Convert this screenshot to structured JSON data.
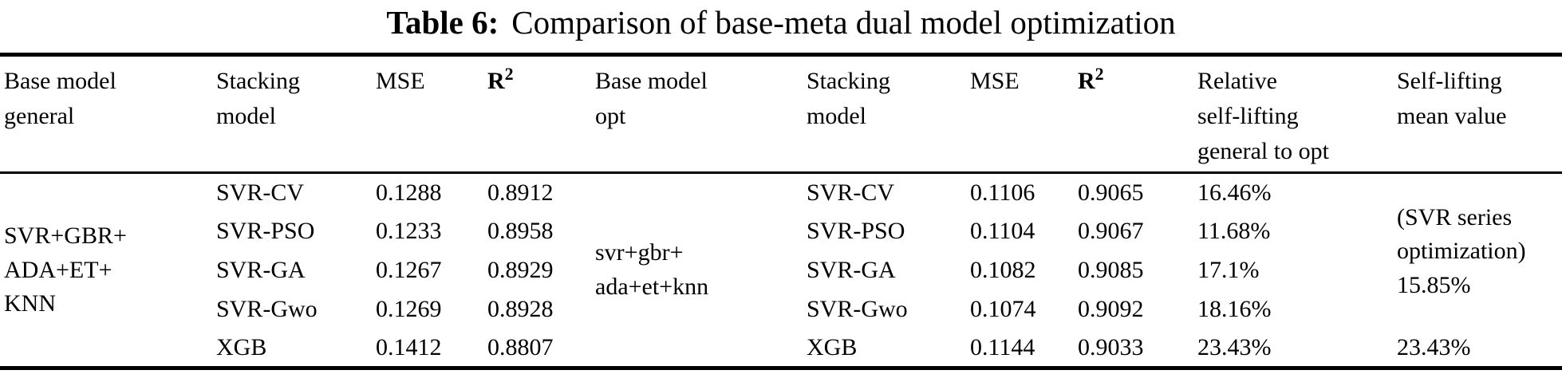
{
  "caption": {
    "label": "Table 6:",
    "text": "Comparison of base-meta dual model optimization"
  },
  "table": {
    "headers": {
      "base_general": "Base model\ngeneral",
      "stacking_1": "Stacking\nmodel",
      "mse_1": "MSE",
      "r2_1": {
        "base": "R",
        "sup": "2"
      },
      "base_opt": "Base model\nopt",
      "stacking_2": "Stacking\nmodel",
      "mse_2": "MSE",
      "r2_2": {
        "base": "R",
        "sup": "2"
      },
      "relative_lift": "Relative\nself-lifting\ngeneral to opt",
      "mean_lift": "Self-lifting\nmean value"
    },
    "base_general_value": "SVR+GBR+\nADA+ET+\nKNN",
    "base_opt_value": "svr+gbr+\nada+et+knn",
    "self_lifting_mean_group": "(SVR series\noptimization)\n15.85%",
    "self_lifting_mean_last": "23.43%",
    "rows": [
      {
        "stack1": "SVR-CV",
        "mse1": "0.1288",
        "r21": "0.8912",
        "stack2": "SVR-CV",
        "mse2": "0.1106",
        "r22": "0.9065",
        "lift": "16.46%"
      },
      {
        "stack1": "SVR-PSO",
        "mse1": "0.1233",
        "r21": "0.8958",
        "stack2": "SVR-PSO",
        "mse2": "0.1104",
        "r22": "0.9067",
        "lift": "11.68%"
      },
      {
        "stack1": "SVR-GA",
        "mse1": "0.1267",
        "r21": "0.8929",
        "stack2": "SVR-GA",
        "mse2": "0.1082",
        "r22": "0.9085",
        "lift": "17.1%"
      },
      {
        "stack1": "SVR-Gwo",
        "mse1": "0.1269",
        "r21": "0.8928",
        "stack2": "SVR-Gwo",
        "mse2": "0.1074",
        "r22": "0.9092",
        "lift": "18.16%"
      },
      {
        "stack1": "XGB",
        "mse1": "0.1412",
        "r21": "0.8807",
        "stack2": "XGB",
        "mse2": "0.1144",
        "r22": "0.9033",
        "lift": "23.43%"
      }
    ]
  }
}
